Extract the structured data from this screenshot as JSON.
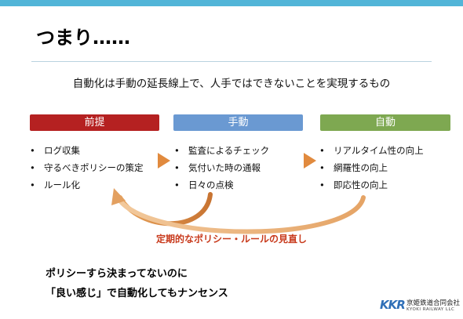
{
  "slide": {
    "title": "つまり……",
    "subtitle": "自動化は手動の延長線上で、人手ではできないことを実現するもの",
    "columns": [
      {
        "label": "前提",
        "color": "#b52121",
        "items": [
          "ログ収集",
          "守るべきポリシーの策定",
          "ルール化"
        ]
      },
      {
        "label": "手動",
        "color": "#6a99d2",
        "items": [
          "監査によるチェック",
          "気付いた時の通報",
          "日々の点検"
        ]
      },
      {
        "label": "自動",
        "color": "#7ea851",
        "items": [
          "リアルタイム性の向上",
          "網羅性の向上",
          "即応性の向上"
        ]
      }
    ],
    "cycle_label": "定期的なポリシー・ルールの見直し",
    "conclusion": {
      "line1": "ポリシーすら決まってないのに",
      "line2": "「良い感じ」で自動化してもナンセンス"
    },
    "logo": {
      "mark": "KKR",
      "name_ja": "京姫鉄道合同会社",
      "name_en": "KYOKI RAILWAY LLC"
    },
    "colors": {
      "accent_bar": "#52b5d8",
      "arrow": "#e18a3e",
      "cycle_text": "#c83a1c"
    }
  }
}
